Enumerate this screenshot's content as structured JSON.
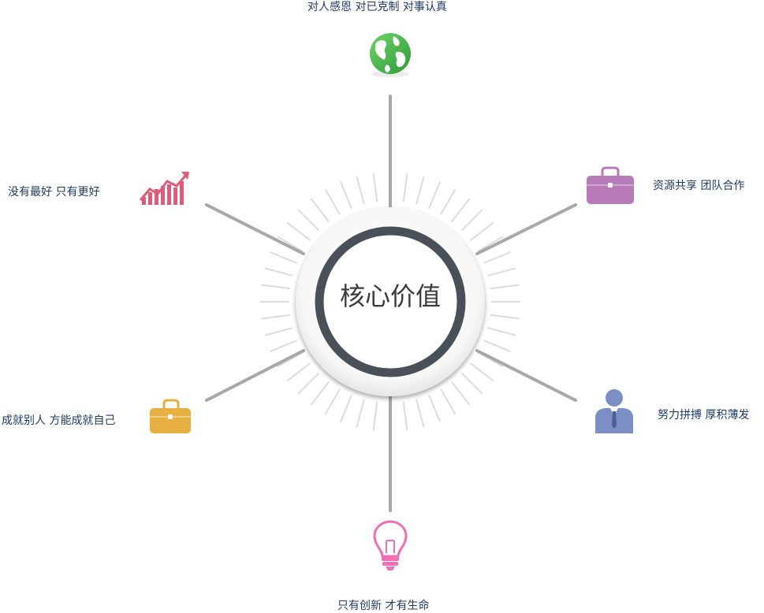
{
  "center": {
    "title": "核心价值"
  },
  "nodes": [
    {
      "id": "top",
      "label": "对人感恩  对已克制  对事认真",
      "icon": "globe-icon",
      "color": "#4cb848"
    },
    {
      "id": "upper-left",
      "label": "没有最好  只有更好",
      "icon": "growth-chart-icon",
      "color": "#e05a7a"
    },
    {
      "id": "upper-right",
      "label": "资源共享  团队合作",
      "icon": "briefcase-icon",
      "color": "#b77bb9"
    },
    {
      "id": "lower-left",
      "label": "成就别人  方能成就自己",
      "icon": "briefcase-icon",
      "color": "#e6b043"
    },
    {
      "id": "lower-right",
      "label": "努力拼搏  厚积薄发",
      "icon": "businessman-icon",
      "color": "#7b8fc4"
    },
    {
      "id": "bottom",
      "label": "只有创新  才有生命",
      "icon": "lightbulb-icon",
      "color": "#f06fb4"
    }
  ]
}
